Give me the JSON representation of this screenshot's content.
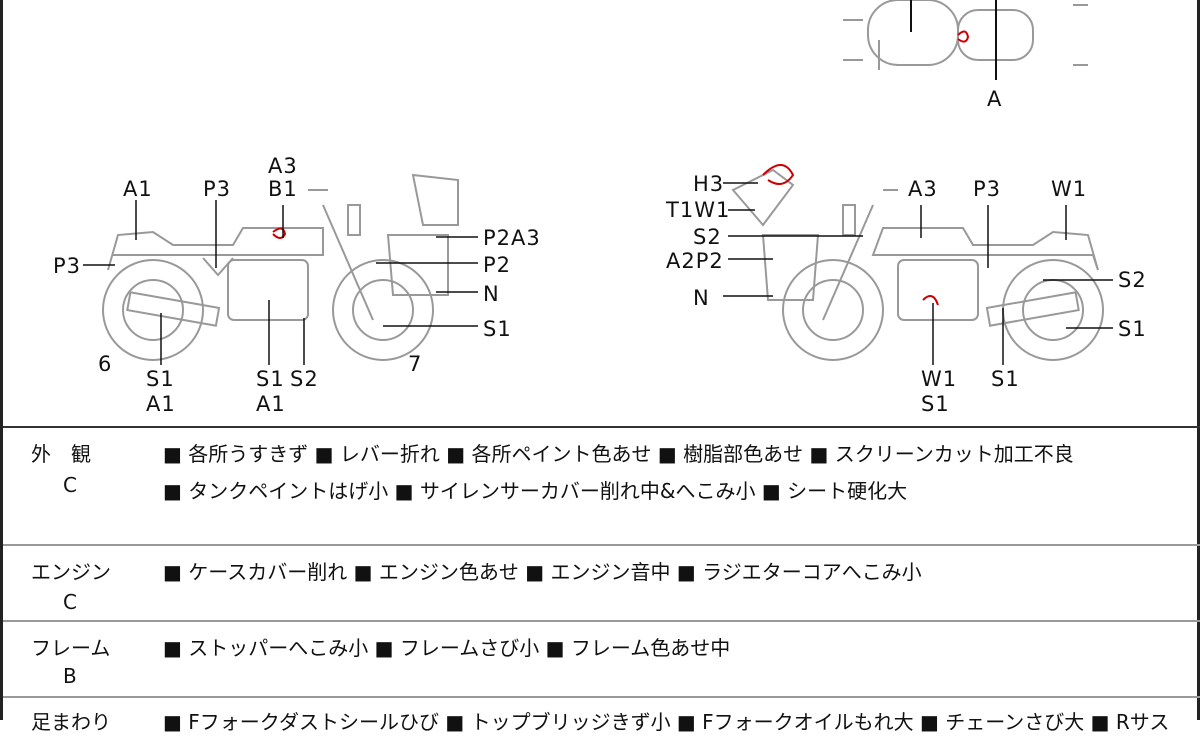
{
  "diagram": {
    "top_view_label": "A",
    "left_side": {
      "labels": [
        "A3",
        "B1",
        "A1",
        "P3",
        "P3",
        "P2A3",
        "P2",
        "N",
        "S1",
        "6",
        "7",
        "S1",
        "A1",
        "S1",
        "S2",
        "A1"
      ]
    },
    "right_side": {
      "labels": [
        "H3",
        "T1W1",
        "S2",
        "A2P2",
        "N",
        "A3",
        "P3",
        "W1",
        "S2",
        "S1",
        "W1",
        "S1",
        "S1"
      ]
    }
  },
  "sections": [
    {
      "category": "外　観",
      "grade": "C",
      "lines": [
        "■ 各所うすきず ■ レバー折れ ■ 各所ペイント色あせ ■ 樹脂部色あせ ■ スクリーンカット加工不良",
        "■ タンクペイントはげ小 ■ サイレンサーカバー削れ中&へこみ小 ■ シート硬化大"
      ]
    },
    {
      "category": "エンジン",
      "grade": "C",
      "lines": [
        "■ ケースカバー削れ ■ エンジン色あせ ■ エンジン音中 ■ ラジエターコアへこみ小"
      ]
    },
    {
      "category": "フレーム",
      "grade": "B",
      "lines": [
        "■ ストッパーへこみ小 ■ フレームさび小 ■ フレーム色あせ中"
      ]
    },
    {
      "category": "足まわり",
      "grade": "",
      "lines": [
        "■ Fフォークダストシールひび ■ トップブリッジきず小 ■ Fフォークオイルもれ大 ■ チェーンさび大 ■ Rサス"
      ]
    }
  ]
}
